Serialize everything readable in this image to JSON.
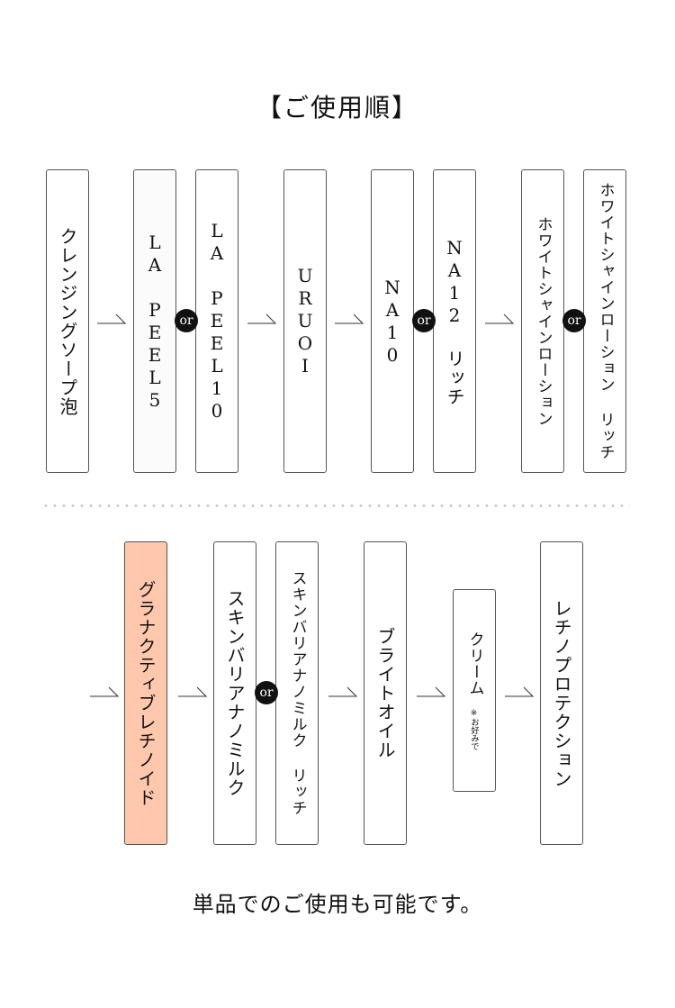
{
  "title": "【ご使用順】",
  "or_label": "or",
  "row1": [
    {
      "label": "クレンジングソープ泡"
    },
    {
      "label": "LA PEEL5"
    },
    {
      "label": "LA PEEL10"
    },
    {
      "label": "URUOI"
    },
    {
      "label": "NA10"
    },
    {
      "label": "NA12 リッチ"
    },
    {
      "label": "ホワイトシャインローション"
    },
    {
      "label": "ホワイトシャインローション リッチ"
    }
  ],
  "row2": [
    {
      "label": "グラナクティブレチノイド"
    },
    {
      "label": "スキンバリアナノミルク"
    },
    {
      "label": "スキンバリアナノミルク リッチ"
    },
    {
      "label": "ブライトオイル"
    },
    {
      "label": "クリーム",
      "note": "※お好みで"
    },
    {
      "label": "レチノプロテクション"
    }
  ],
  "footer": "単品でのご使用も可能です。",
  "colors": {
    "highlight": "#ffc8ad",
    "border": "#555555"
  }
}
